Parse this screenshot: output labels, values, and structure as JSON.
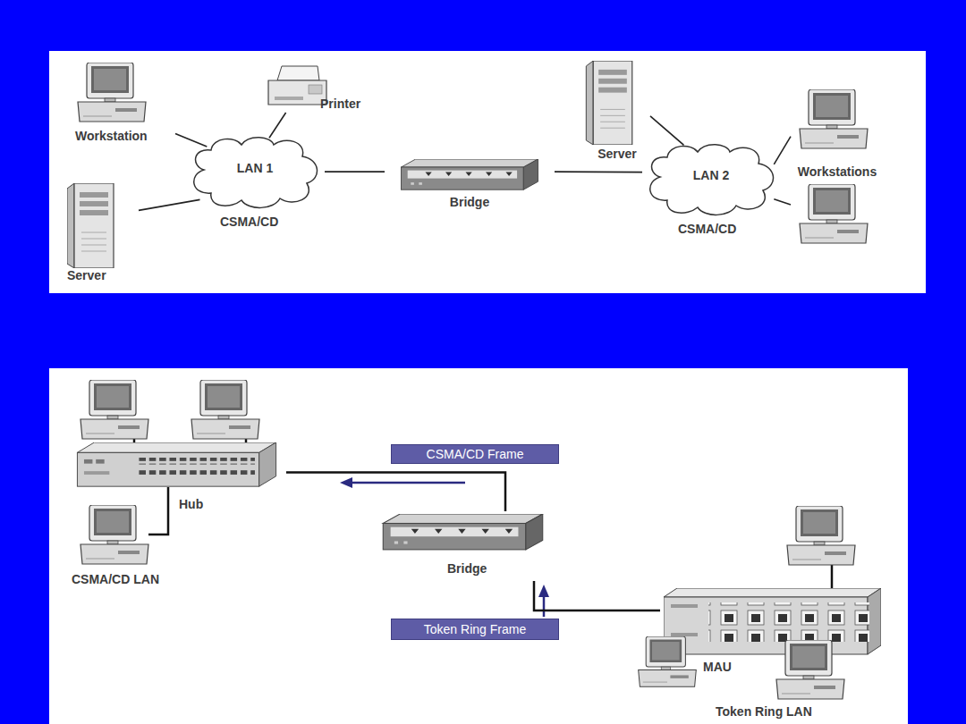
{
  "diagram": {
    "nodes": [
      {
        "text": [
          "Workstation"
        ]
      },
      {
        "text": [
          "Printer"
        ]
      },
      {
        "text": [
          "Server"
        ]
      },
      {
        "text": [
          "LAN 1",
          "CSMA/CD"
        ]
      },
      {
        "text": [
          "Bridge"
        ]
      },
      {
        "text": [
          "Server"
        ]
      },
      {
        "text": [
          "LAN 2",
          "CSMA/CD"
        ]
      },
      {
        "text": [
          "Workstations"
        ]
      },
      {
        "text": [
          "Hub"
        ]
      },
      {
        "text": [
          "CSMA/CD Frame"
        ]
      },
      {
        "text": [
          "Bridge"
        ]
      },
      {
        "text": [
          "Token Ring Frame"
        ]
      },
      {
        "text": [
          "MAU"
        ]
      }
    ],
    "edges": [
      {
        "from": 0,
        "to": 3,
        "arrow": "none"
      },
      {
        "from": 1,
        "to": 3,
        "arrow": "none"
      },
      {
        "from": 2,
        "to": 3,
        "arrow": "none"
      },
      {
        "from": 3,
        "to": 4,
        "arrow": "none"
      },
      {
        "from": 4,
        "to": 6,
        "arrow": "none"
      },
      {
        "from": 5,
        "to": 6,
        "arrow": "none"
      },
      {
        "from": 6,
        "to": 7,
        "arrow": "none"
      },
      {
        "from": 6,
        "to": 7,
        "arrow": "none"
      },
      {
        "from": 8,
        "to": 10,
        "arrow": "none"
      },
      {
        "from": 10,
        "to": 12,
        "arrow": "none"
      }
    ],
    "labels": [
      "CSMA/CD LAN",
      "Token Ring LAN"
    ]
  }
}
